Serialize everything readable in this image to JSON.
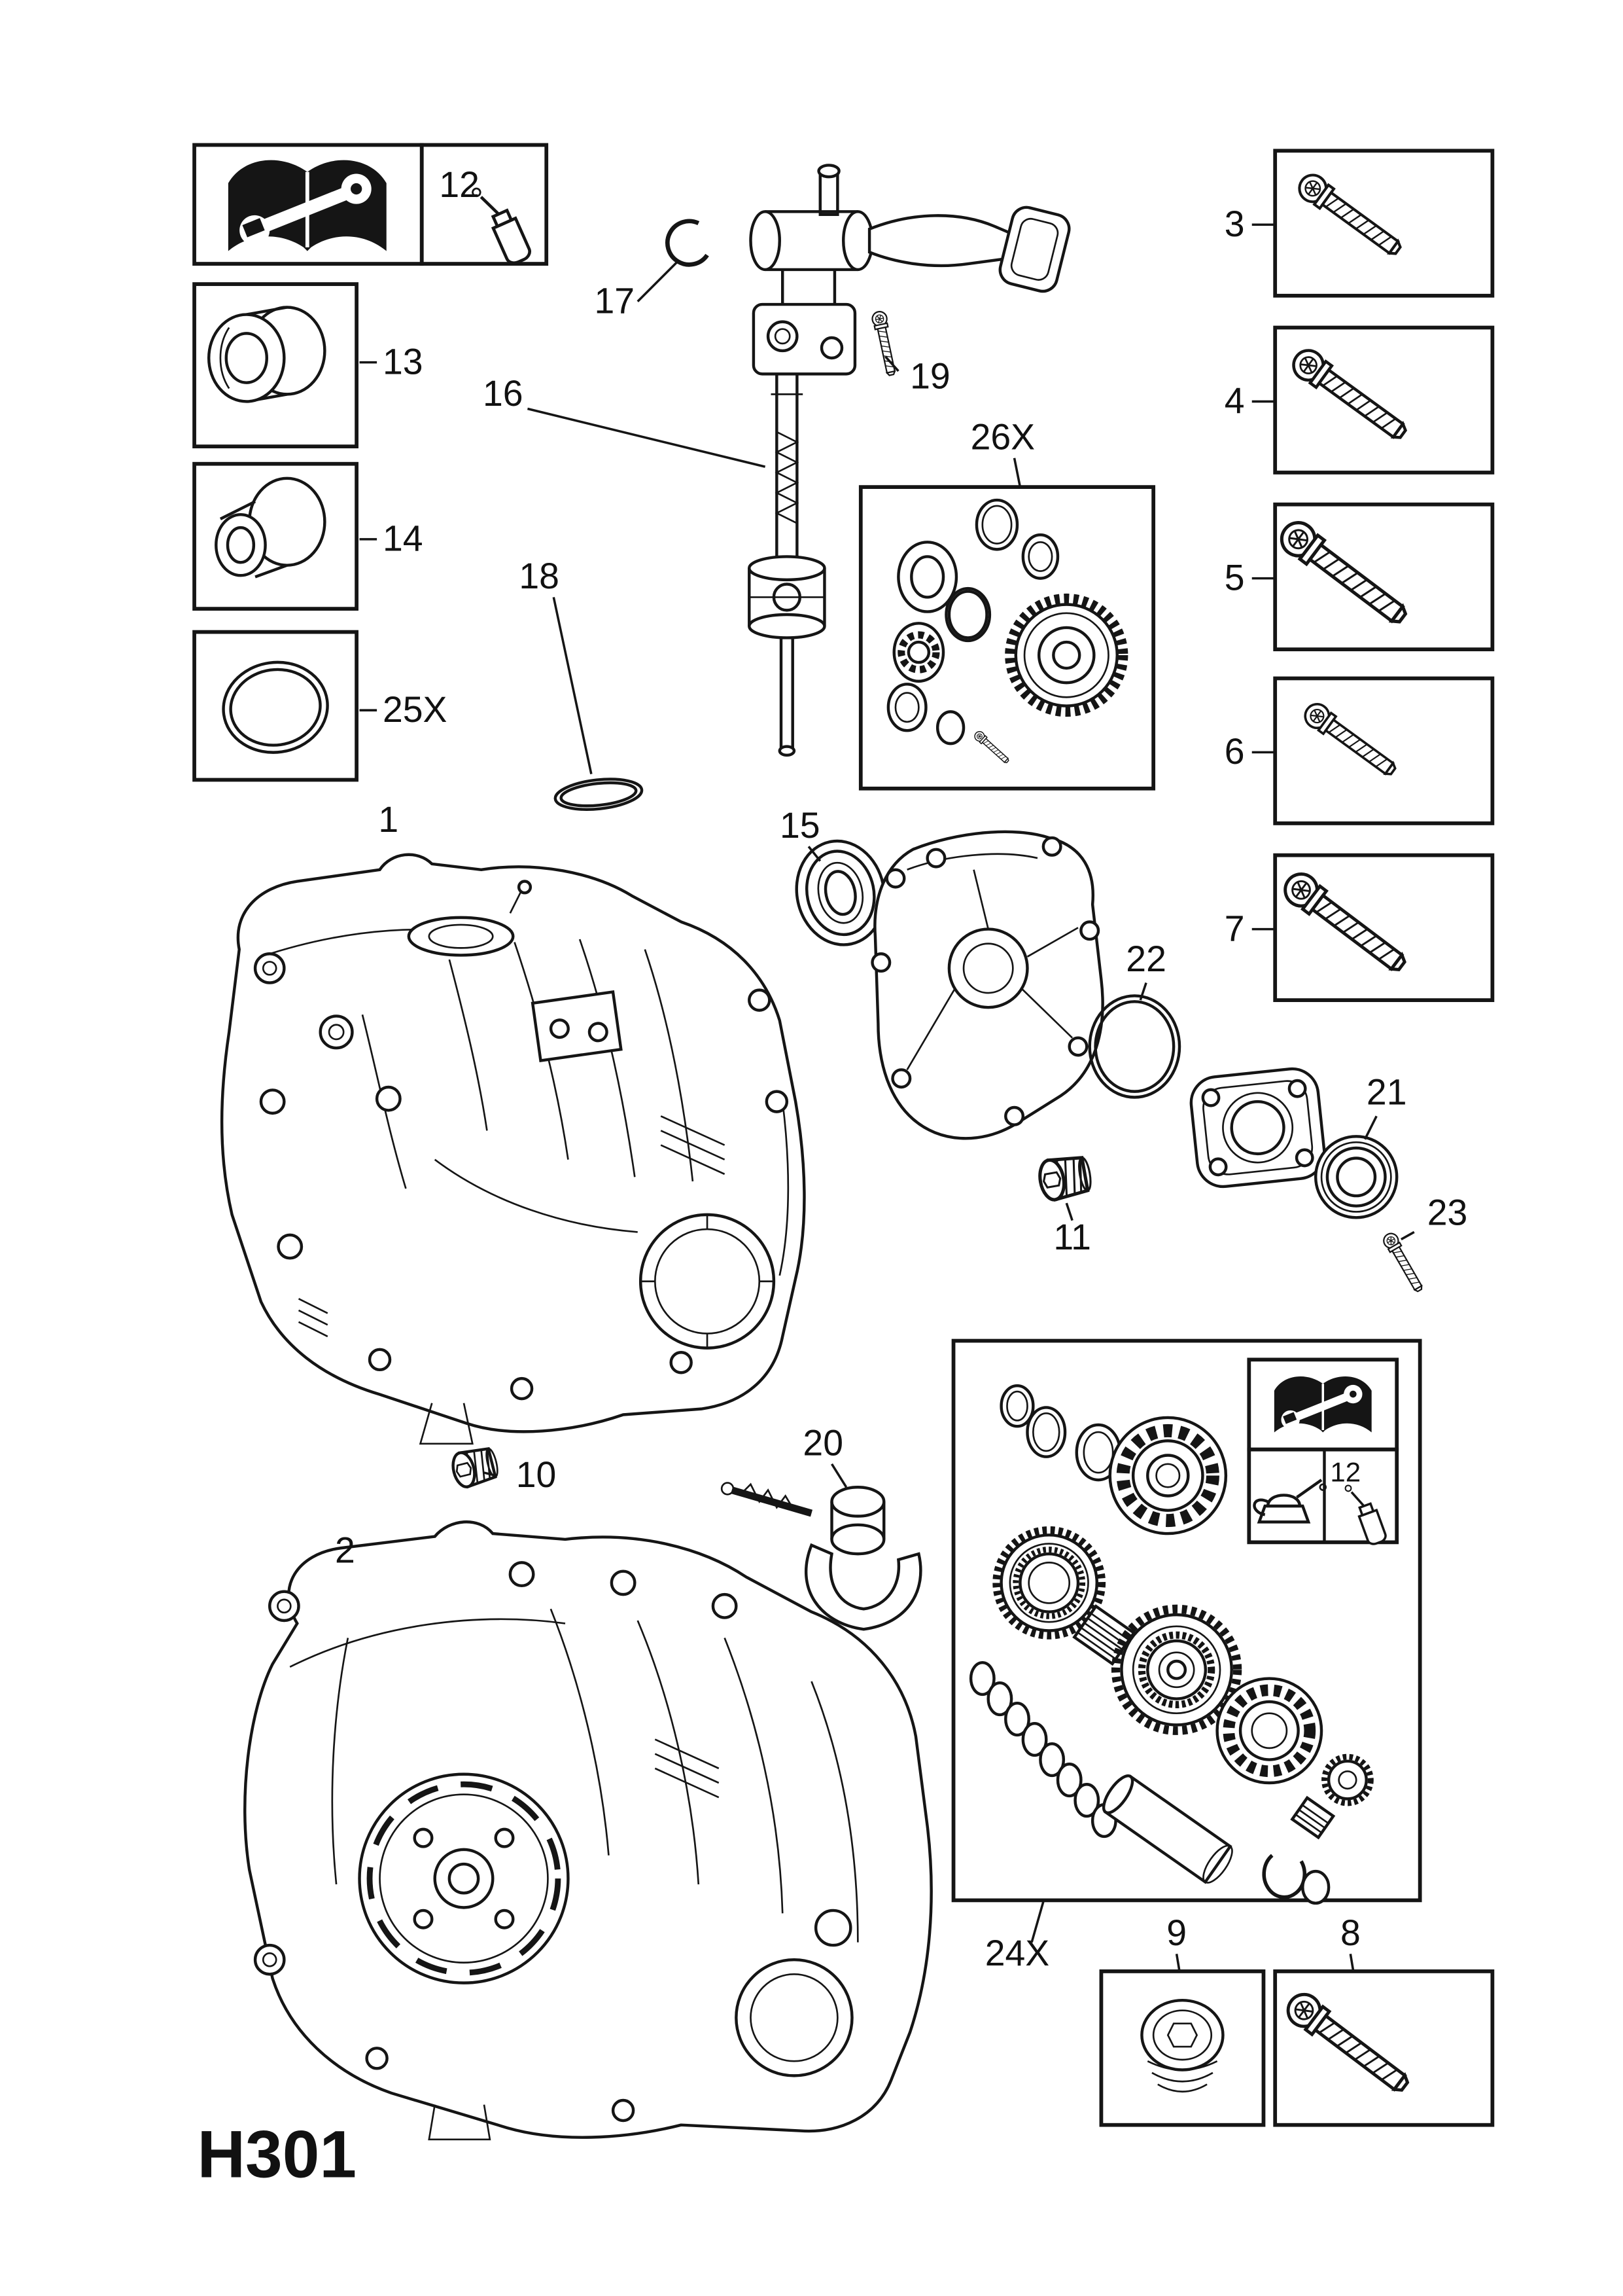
{
  "sheet": {
    "code": "H301"
  },
  "labels": {
    "n1": "1",
    "n2": "2",
    "n3": "3",
    "n4": "4",
    "n5": "5",
    "n6": "6",
    "n7": "7",
    "n8": "8",
    "n9": "9",
    "n10": "10",
    "n11": "11",
    "n12_top": "12",
    "n12_kit": "12",
    "n13": "13",
    "n14": "14",
    "n15": "15",
    "n16": "16",
    "n17": "17",
    "n18": "18",
    "n19": "19",
    "n20": "20",
    "n21": "21",
    "n22": "22",
    "n23": "23",
    "n24x": "24X",
    "n25x": "25X",
    "n26x": "26X"
  },
  "icons": {
    "manual": "book-wrench",
    "adhesive": "glue-bottle",
    "oil": "oil-can"
  }
}
